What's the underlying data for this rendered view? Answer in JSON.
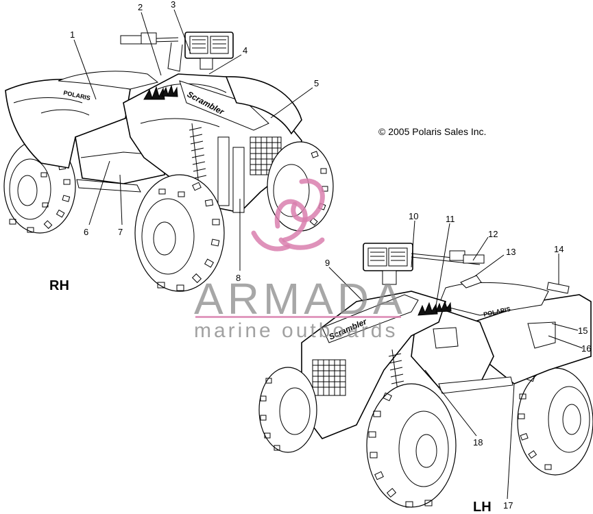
{
  "copyright": "© 2005 Polaris Sales Inc.",
  "views": {
    "right": {
      "label": "RH",
      "brand": "POLARIS",
      "model": "Scrambler"
    },
    "left": {
      "label": "LH",
      "brand": "POLARIS",
      "model": "Scrambler"
    }
  },
  "callouts": [
    "1",
    "2",
    "3",
    "4",
    "5",
    "6",
    "7",
    "8",
    "9",
    "10",
    "11",
    "12",
    "13",
    "14",
    "15",
    "16",
    "17",
    "18"
  ],
  "watermark": {
    "name": "ARMADA",
    "tagline": "marine outboards",
    "colors": {
      "text": "#8a8a8a",
      "logo": "#d97fae",
      "underline": "#d97fae"
    }
  }
}
